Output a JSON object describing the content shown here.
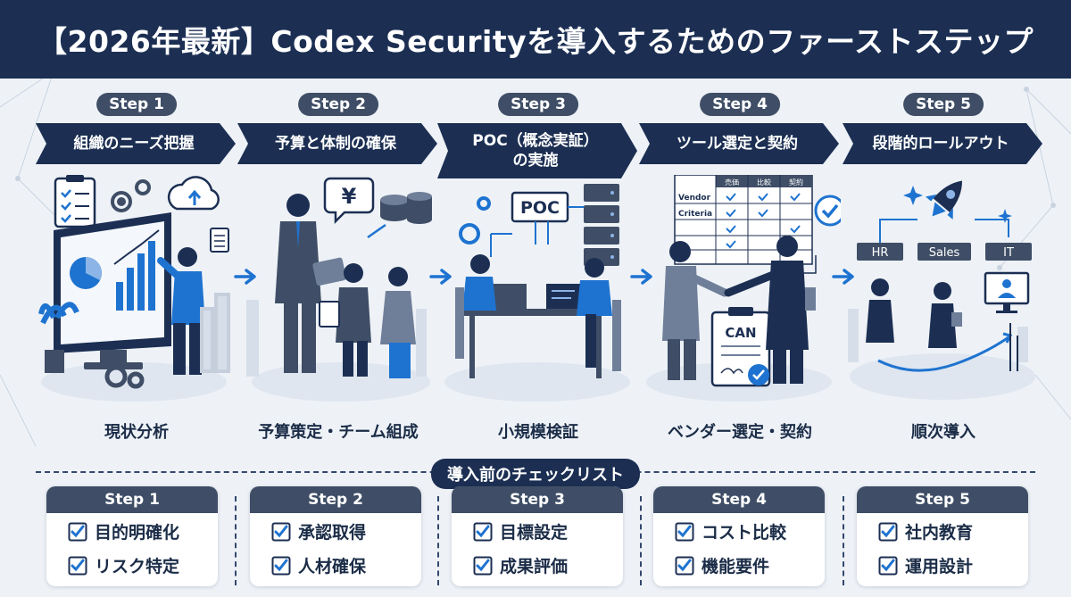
{
  "title": "【2026年最新】Codex Securityを導入するためのファーストステップ",
  "steps": [
    {
      "pill": "Step 1",
      "banner": "組織のニーズ把握",
      "caption": "現状分析"
    },
    {
      "pill": "Step 2",
      "banner": "予算と体制の確保",
      "caption": "予算策定・チーム組成"
    },
    {
      "pill": "Step 3",
      "banner": "POC（概念実証）\nの実施",
      "caption": "小規模検証"
    },
    {
      "pill": "Step 4",
      "banner": "ツール選定と契約",
      "caption": "ベンダー選定・契約"
    },
    {
      "pill": "Step 5",
      "banner": "段階的ロールアウト",
      "caption": "順次導入"
    }
  ],
  "illustration_text": {
    "yen": "¥",
    "poc": "POC",
    "vendor_table": {
      "headers": [
        "売価",
        "比較",
        "契約"
      ],
      "rows": [
        "Vendor",
        "Criteria",
        "",
        ""
      ]
    },
    "can": "CAN",
    "teams": [
      "HR",
      "Sales",
      "IT"
    ]
  },
  "checklist": {
    "title": "導入前のチェックリスト",
    "cards": [
      {
        "head": "Step 1",
        "items": [
          "目的明確化",
          "リスク特定"
        ]
      },
      {
        "head": "Step 2",
        "items": [
          "承認取得",
          "人材確保"
        ]
      },
      {
        "head": "Step 3",
        "items": [
          "目標設定",
          "成果評価"
        ]
      },
      {
        "head": "Step 4",
        "items": [
          "コスト比較",
          "機能要件"
        ]
      },
      {
        "head": "Step 5",
        "items": [
          "社内教育",
          "運用設計"
        ]
      }
    ]
  },
  "colors": {
    "navy": "#1c2f53",
    "slate": "#3f4e66",
    "accent_blue": "#1e73d0",
    "background": "#eef2f7"
  },
  "icons": [
    "checkbox-icon",
    "arrow-right-icon",
    "gear-icon",
    "cloud-upload-icon",
    "document-icon",
    "yen-icon",
    "coins-icon",
    "server-icon",
    "rocket-icon",
    "check-badge-icon",
    "monitor-icon"
  ]
}
